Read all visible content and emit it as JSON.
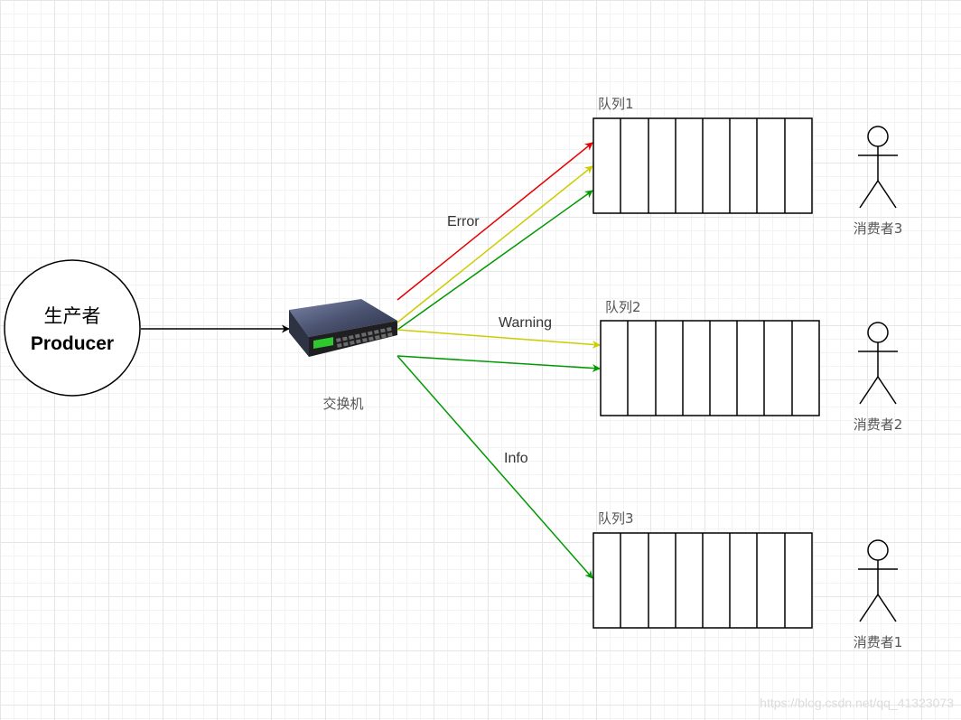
{
  "producer": {
    "title_cn": "生产者",
    "title_en": "Producer"
  },
  "exchange": {
    "label": "交换机"
  },
  "routes": [
    {
      "key": "Error",
      "color": "#e60000"
    },
    {
      "key": "Warning",
      "color": "#cccc00"
    },
    {
      "key": "Info",
      "color": "#009900"
    }
  ],
  "queues": [
    {
      "label": "队列1",
      "slots": 8
    },
    {
      "label": "队列2",
      "slots": 8
    },
    {
      "label": "队列3",
      "slots": 8
    }
  ],
  "consumers": [
    {
      "label": "消费者3"
    },
    {
      "label": "消费者2"
    },
    {
      "label": "消费者1"
    }
  ],
  "watermark": "https://blog.csdn.net/qq_41323073"
}
